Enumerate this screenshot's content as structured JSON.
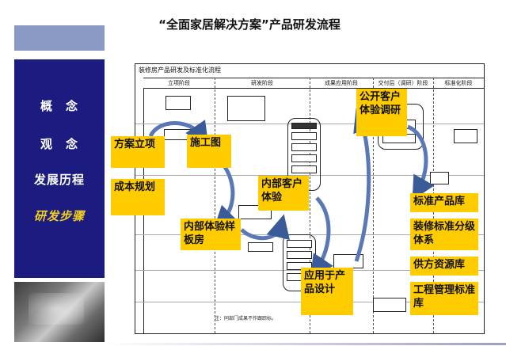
{
  "slide_title": "“全面家居解决方案”产品研发流程",
  "sidebar": {
    "items": [
      {
        "label": "概　念"
      },
      {
        "label": "观　念"
      },
      {
        "label": "发展历程"
      },
      {
        "label": "研发步骤",
        "active": true
      }
    ]
  },
  "flowchart": {
    "title": "装修房产品研发及标准化流程",
    "stages": [
      "立项阶段",
      "研发阶段",
      "成果应用阶段",
      "交付后（调研）阶段",
      "标准化阶段"
    ],
    "footnote": "注：同部门成果不作跟踪标。"
  },
  "callouts": {
    "project_approval": "方案立项",
    "construction_drawing": "施工图",
    "cost_planning": "成本规划",
    "internal_prototype": "内部体验样板房",
    "internal_customer_experience": "内部客户体验",
    "apply_to_design": "应用于产品设计",
    "public_customer_research": "公开客户体验调研",
    "standard_product_library": "标准产品库",
    "decoration_standard_system": "装修标准分级体系",
    "supplier_library": "供方资源库",
    "project_management_library": "工程管理标准库"
  }
}
